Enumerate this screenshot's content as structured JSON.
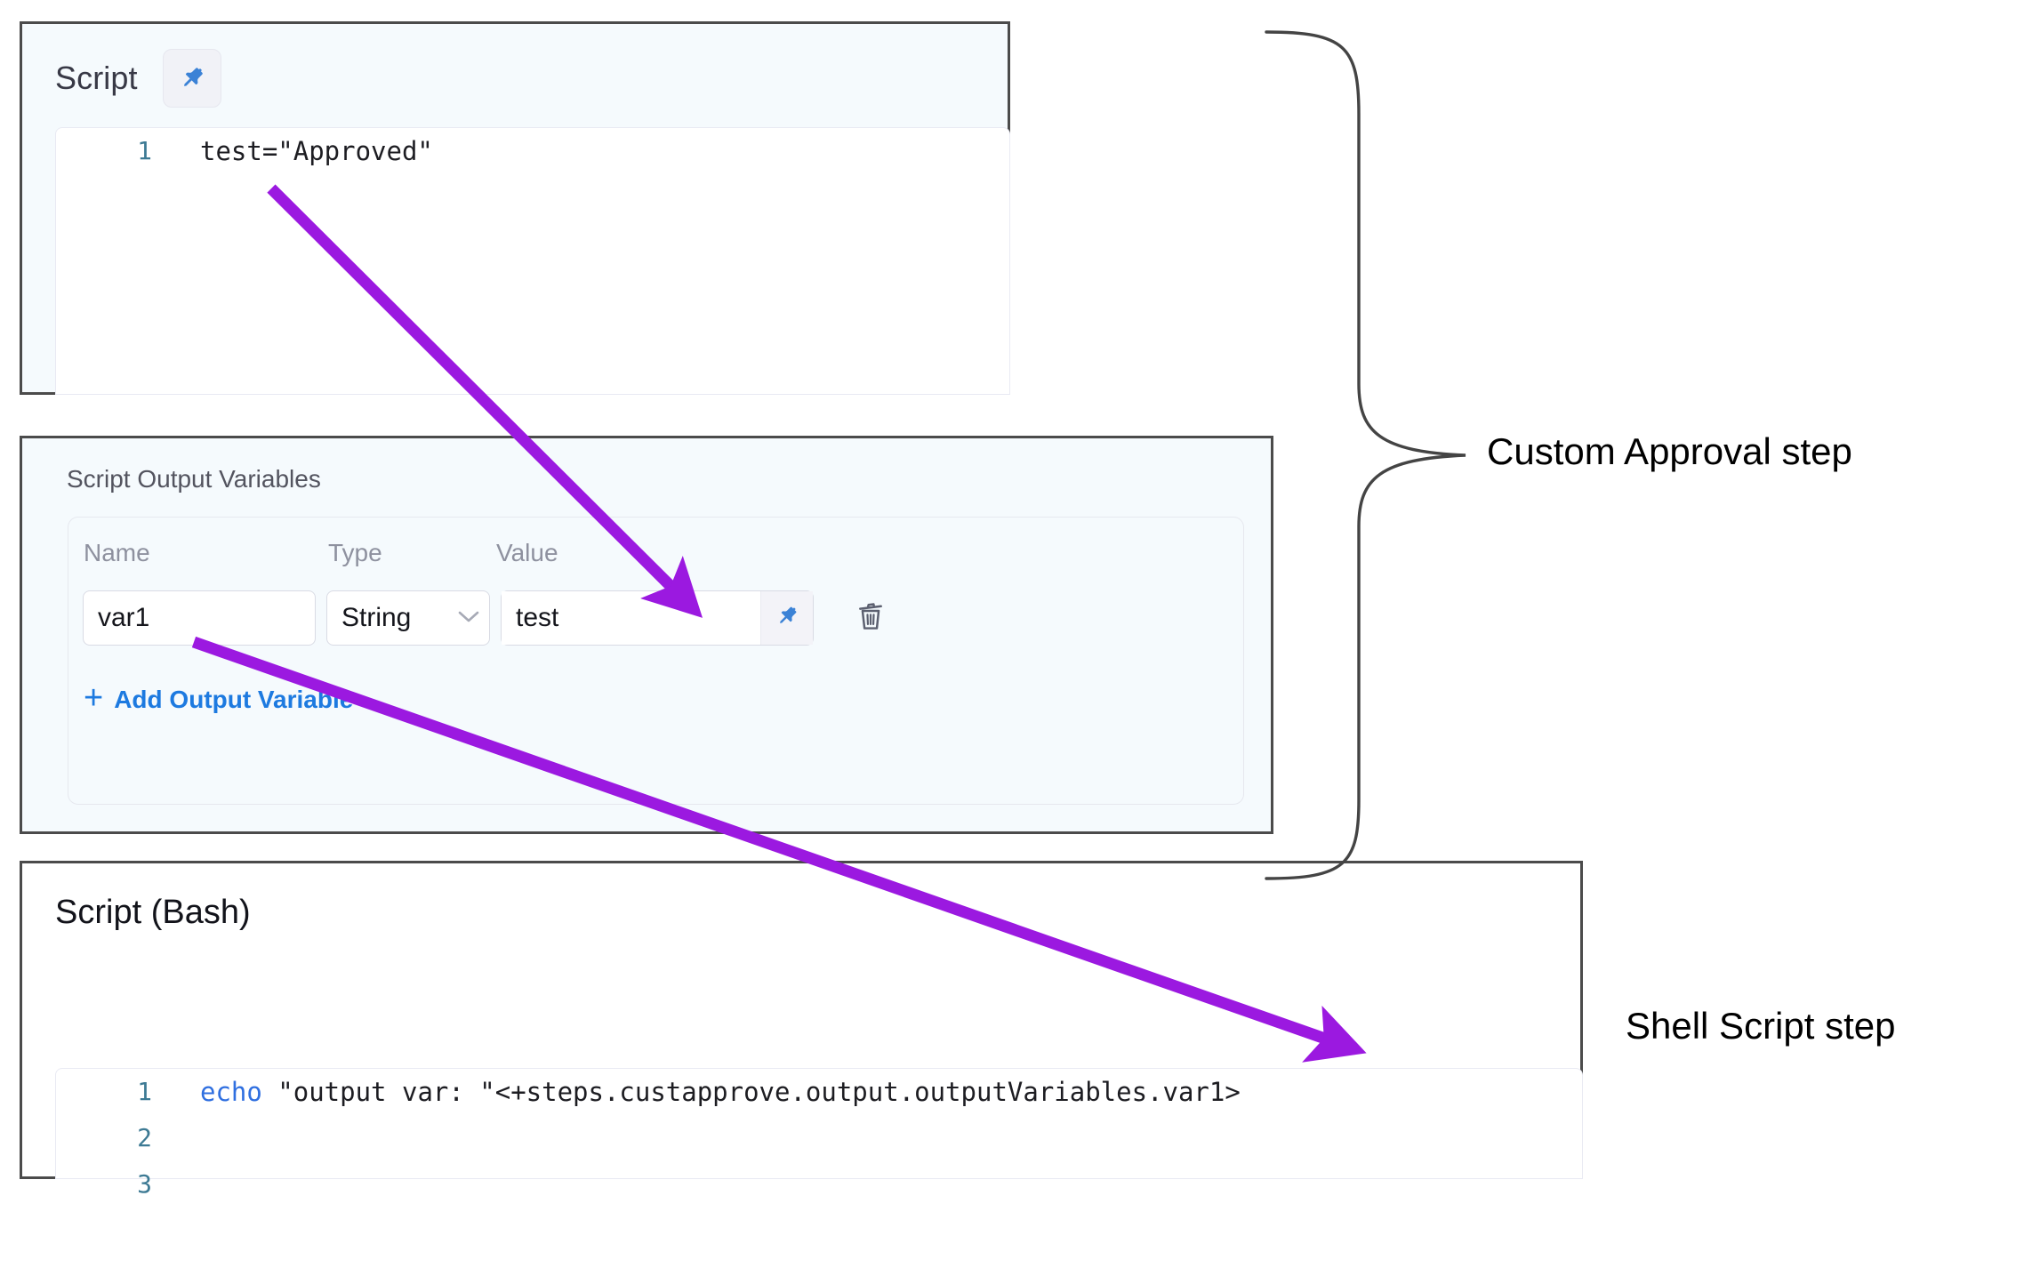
{
  "script_panel": {
    "title": "Script",
    "pin_icon": "pin-icon",
    "code_lines": [
      {
        "number": "1",
        "text": "test=\"Approved\""
      }
    ]
  },
  "output_variables_panel": {
    "title": "Script Output Variables",
    "columns": [
      "Name",
      "Type",
      "Value"
    ],
    "rows": [
      {
        "name": "var1",
        "type": "String",
        "type_chevron_icon": "chevron-down-icon",
        "value": "test",
        "value_pin_icon": "pin-icon",
        "delete_icon": "trash-icon"
      }
    ],
    "add_button": {
      "plus": "+",
      "label": "Add Output Variable"
    }
  },
  "bash_panel": {
    "title": "Script (Bash)",
    "code_lines": [
      {
        "number": "1",
        "keyword": "echo",
        "text": " \"output var: \"<+steps.custapprove.output.outputVariables.var1>"
      },
      {
        "number": "2",
        "keyword": "",
        "text": ""
      },
      {
        "number": "3",
        "keyword": "",
        "text": ""
      }
    ]
  },
  "annotations": {
    "custom_approval_label": "Custom Approval step",
    "shell_script_label": "Shell Script step",
    "arrow_color": "#9b19e0",
    "brace_color": "#444444"
  }
}
